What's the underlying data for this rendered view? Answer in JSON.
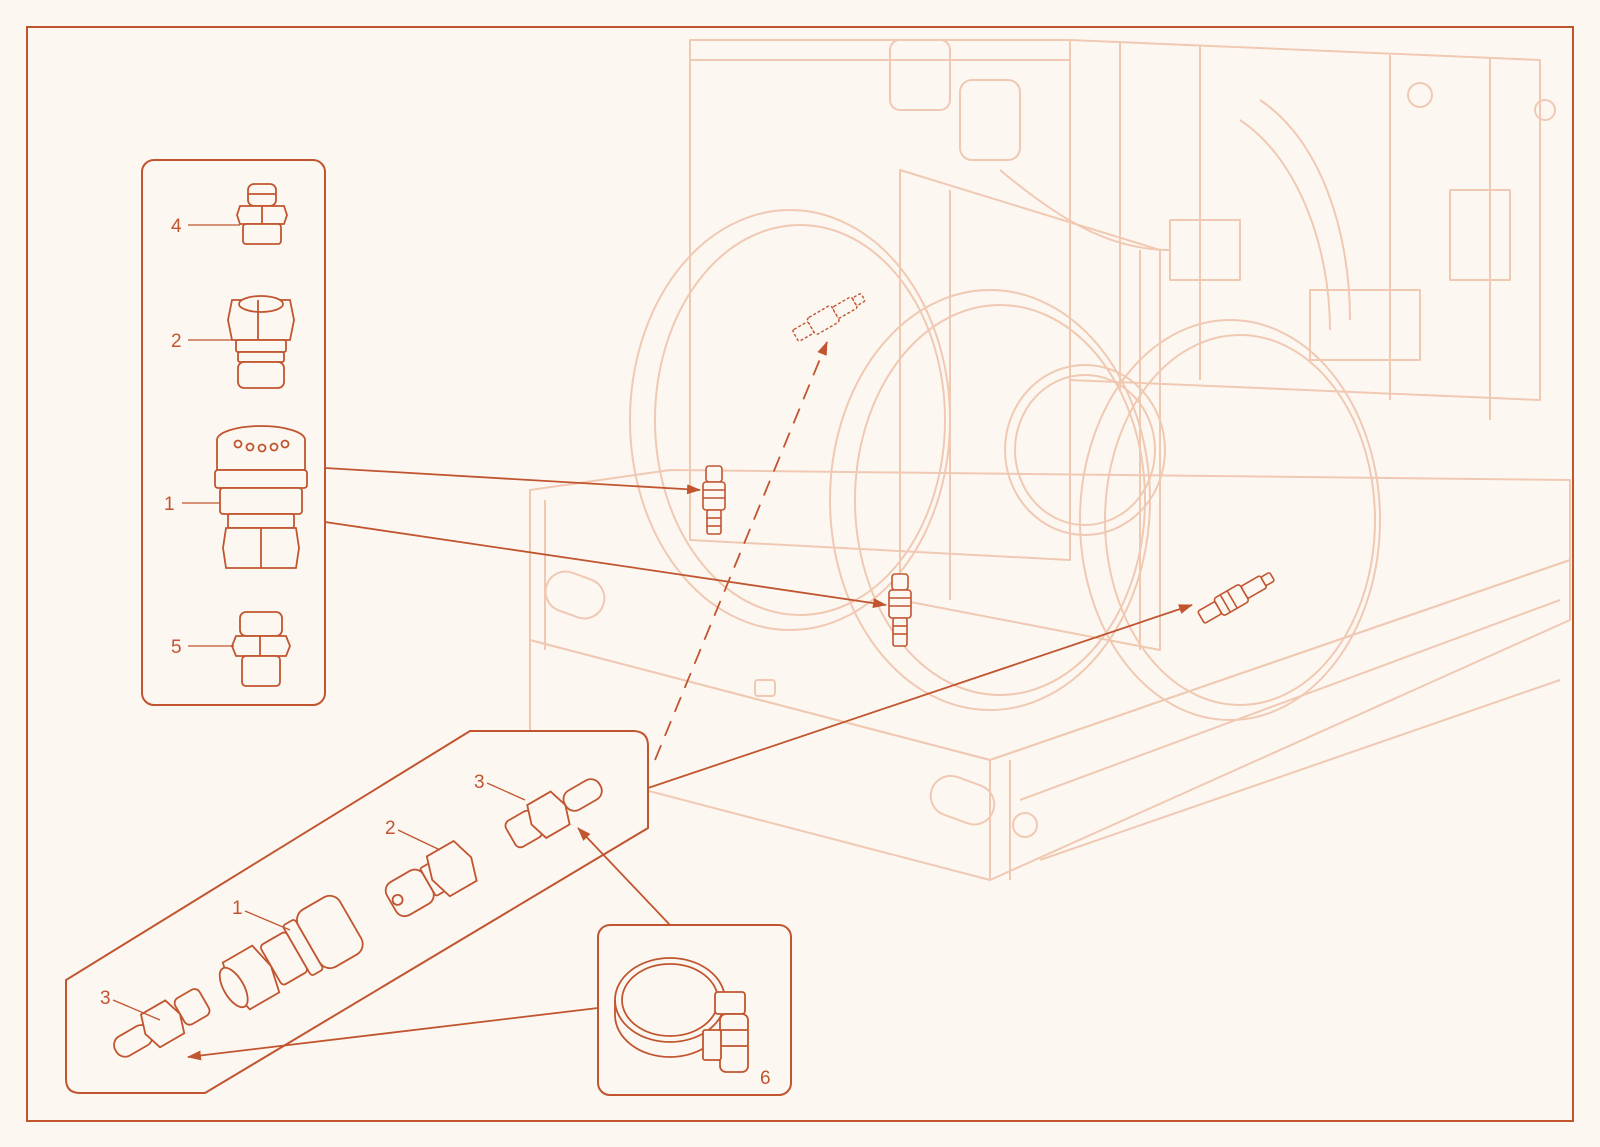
{
  "colors": {
    "accent": "#c0552f",
    "background": "#fdf7f2",
    "faded_machine": "#f0c9b3"
  },
  "callouts": {
    "top_panel": {
      "fitting_4": "4",
      "fitting_2": "2",
      "fitting_1": "1",
      "fitting_5": "5"
    },
    "bottom_panel": {
      "adapter_3_upper": "3",
      "nipple_2": "2",
      "coupler_1": "1",
      "adapter_3_lower": "3"
    },
    "clamp_panel": {
      "hose_clamp_6": "6"
    }
  }
}
